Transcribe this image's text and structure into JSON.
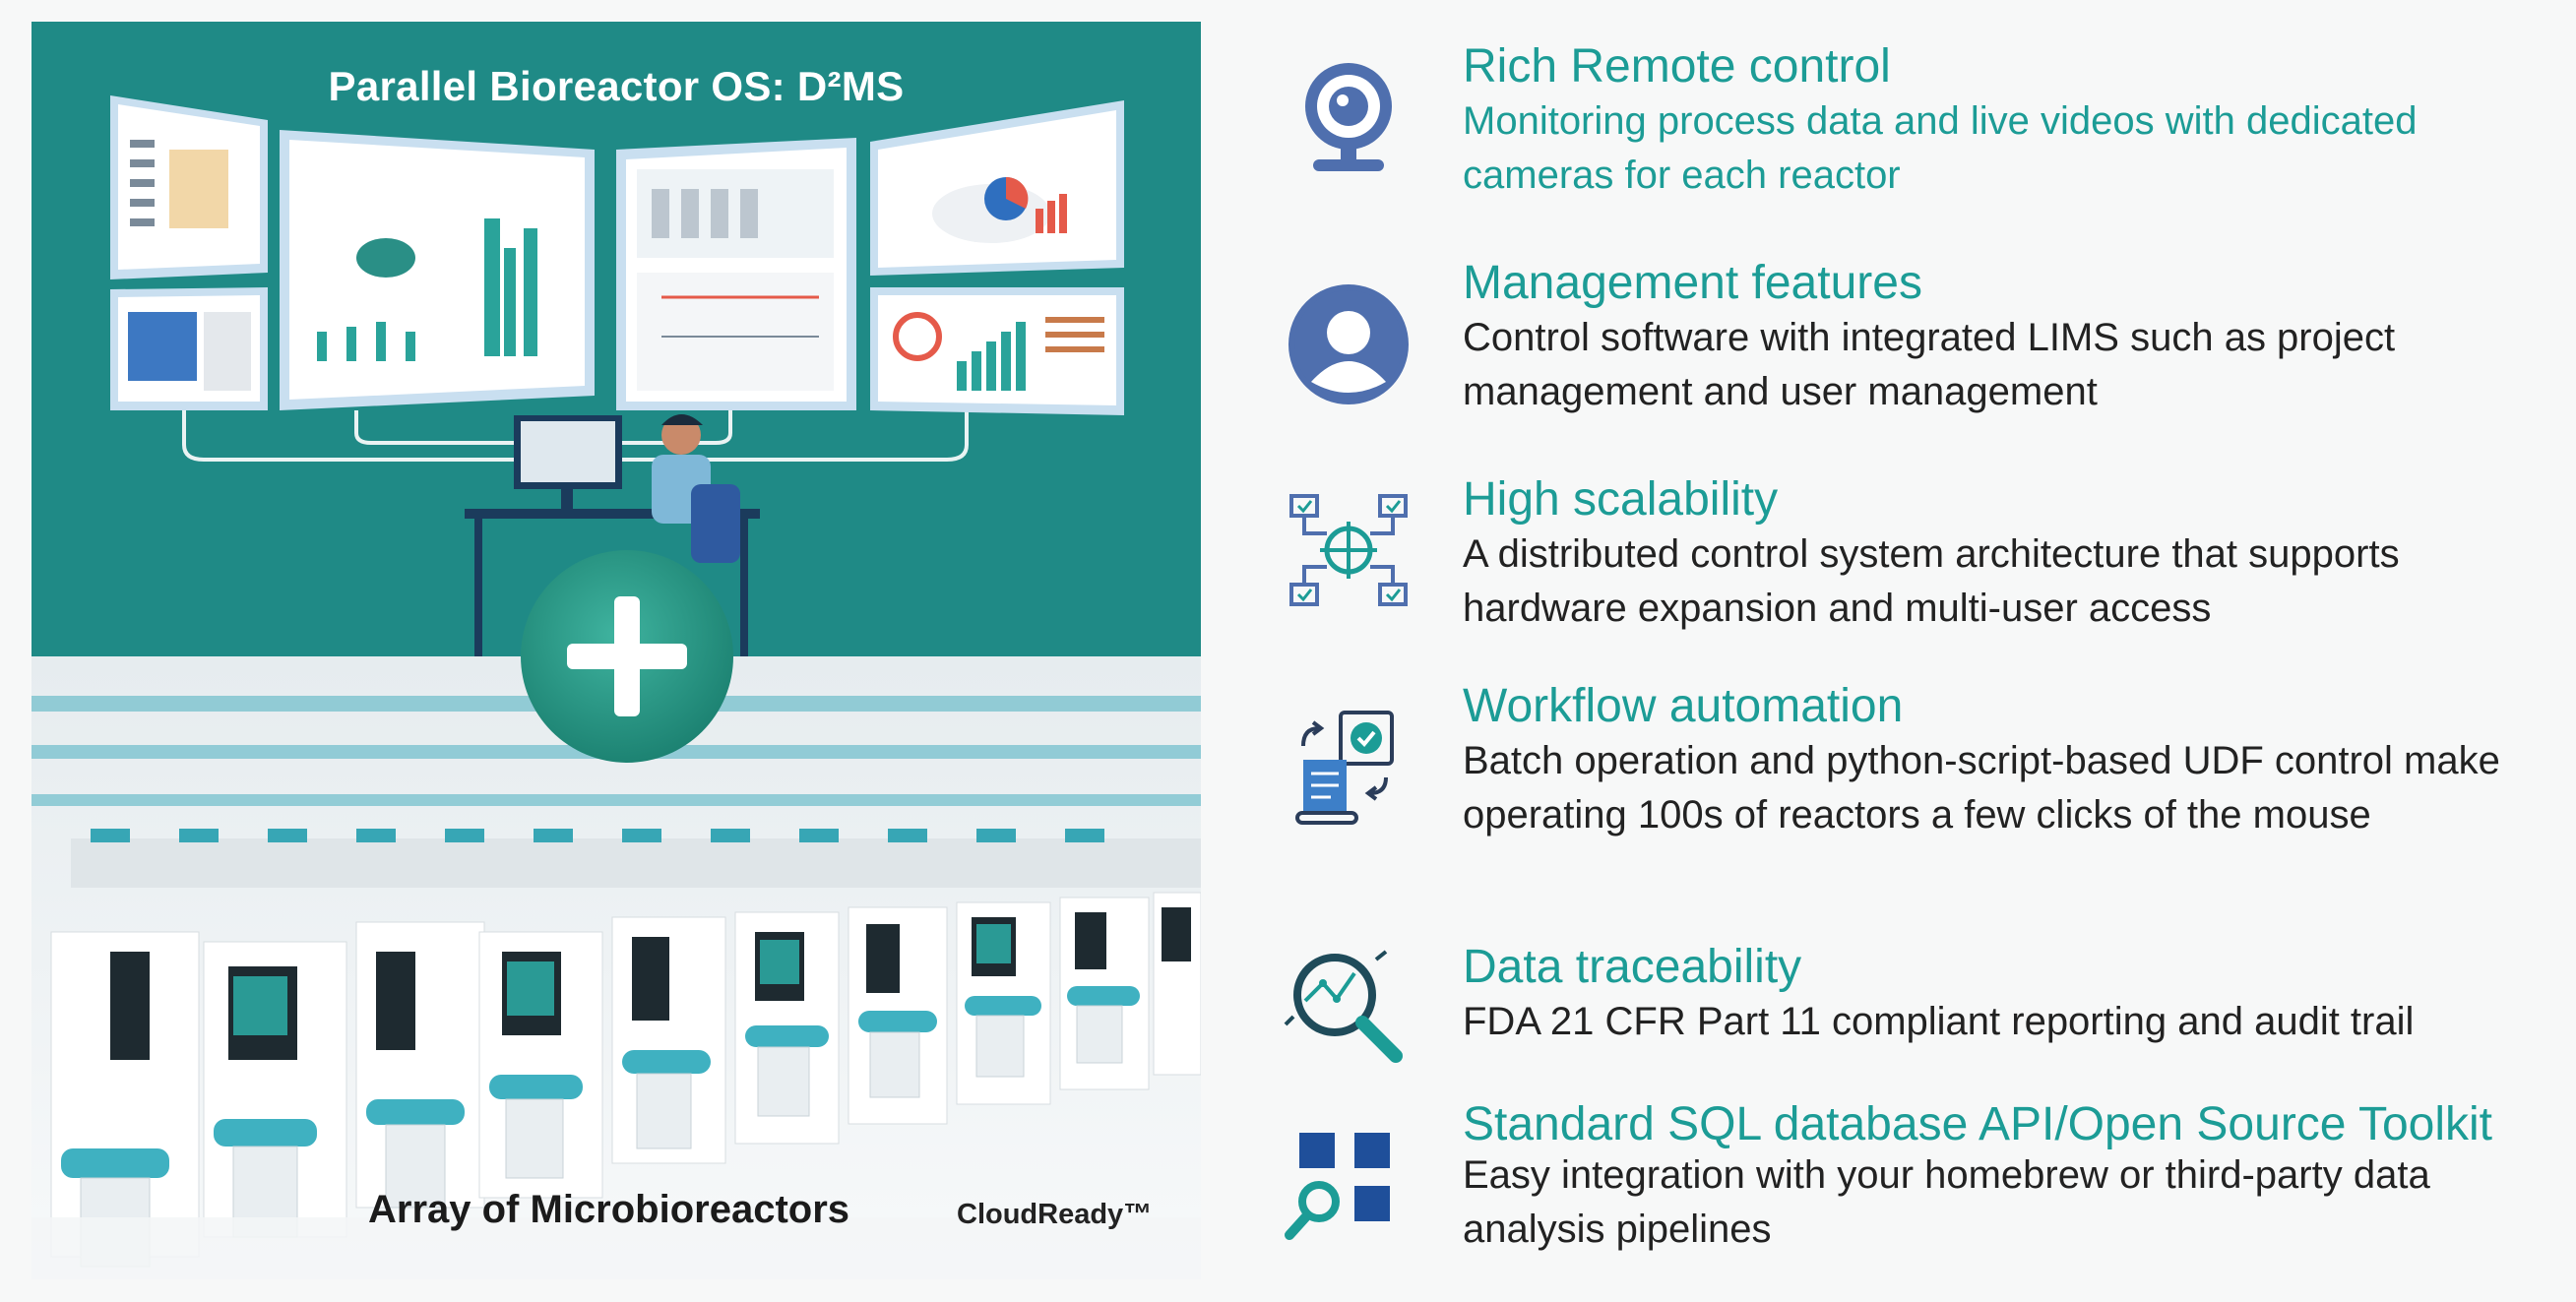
{
  "left": {
    "os_title": "Parallel Bioreactor OS: D²MS",
    "array_label": "Array of Microbioreactors",
    "cloud_label": "CloudReady™"
  },
  "colors": {
    "teal": "#1f8a86",
    "accent_text": "#1c9c96",
    "icon_blue": "#4f6fae"
  },
  "features": [
    {
      "icon": "webcam-icon",
      "title": "Rich Remote control",
      "desc": "Monitoring process data and live videos with dedicated cameras for each reactor"
    },
    {
      "icon": "user-icon",
      "title": "Management features",
      "desc": "Control software with integrated LIMS such as project management and user management"
    },
    {
      "icon": "network-icon",
      "title": "High scalability",
      "desc": "A distributed control system architecture that supports hardware expansion and multi-user access"
    },
    {
      "icon": "workflow-icon",
      "title": "Workflow automation",
      "desc": "Batch operation and python-script-based UDF control make operating 100s of reactors a few clicks of the mouse"
    },
    {
      "icon": "magnifier-chart-icon",
      "title": "Data traceability",
      "desc": "FDA 21 CFR Part 11 compliant reporting and audit trail"
    },
    {
      "icon": "database-search-icon",
      "title": "Standard SQL database API/Open Source Toolkit",
      "desc": "Easy integration with your homebrew or third-party data analysis pipelines"
    }
  ]
}
